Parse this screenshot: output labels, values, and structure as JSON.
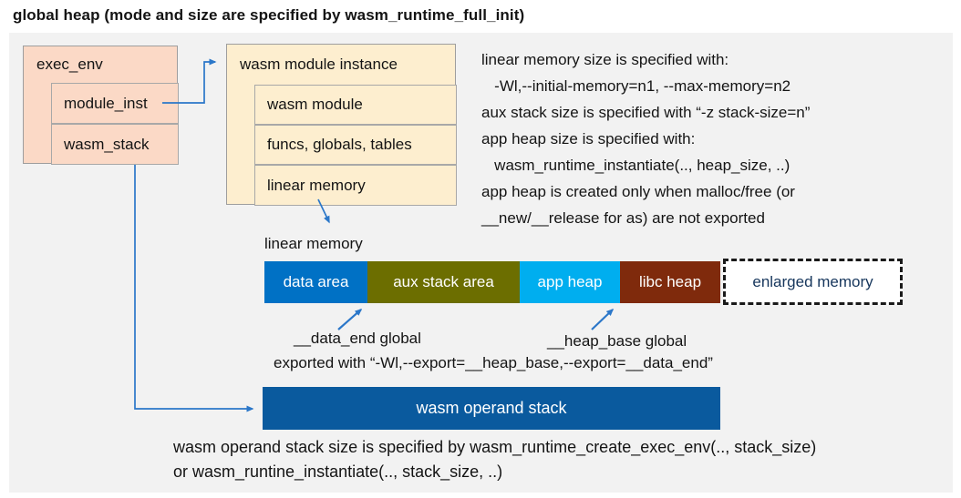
{
  "title": "global heap (mode and size are specified by wasm_runtime_full_init)",
  "exec_env": {
    "title": "exec_env",
    "rows": [
      {
        "label": "module_inst"
      },
      {
        "label": "wasm_stack"
      }
    ]
  },
  "module_instance": {
    "title": "wasm module instance",
    "rows": [
      {
        "label": "wasm module"
      },
      {
        "label": "funcs, globals, tables"
      },
      {
        "label": "linear memory"
      }
    ]
  },
  "notes_right": {
    "lines": [
      "linear memory size is specified with:",
      "   -Wl,--initial-memory=n1, --max-memory=n2",
      "aux stack size is specified with “-z stack-size=n”",
      "app heap size is specified with:",
      "   wasm_runtime_instantiate(.., heap_size, ..)",
      "app heap is created only when malloc/free (or",
      "__new/__release for as) are not exported"
    ]
  },
  "linear_memory": {
    "label": "linear memory",
    "segments": [
      {
        "label": "data area"
      },
      {
        "label": "aux stack area"
      },
      {
        "label": "app heap"
      },
      {
        "label": "libc heap"
      }
    ],
    "enlarged": {
      "label": "enlarged memory"
    }
  },
  "annotations": {
    "data_end": "__data_end global",
    "heap_base": "__heap_base global",
    "exported": "exported with “-Wl,--export=__heap_base,--export=__data_end”"
  },
  "operand_stack": {
    "label": "wasm operand stack"
  },
  "notes_bottom": {
    "lines": [
      "wasm operand stack size is specified by wasm_runtime_create_exec_env(.., stack_size)",
      "or wasm_runtine_instantiate(.., stack_size, ..)"
    ]
  },
  "colors": {
    "panel_bg": "#f2f2f2",
    "box_pink": "#fbd9c6",
    "box_cream": "#fdeecf",
    "arrow_blue": "#2b77c9",
    "data_area": "#0071c5",
    "aux_stack": "#6c6e00",
    "app_heap": "#00aeef",
    "libc_heap": "#7f2a0c",
    "operand_stack": "#0a5a9e",
    "enlarged_text": "#16365c",
    "text": "#141414"
  }
}
